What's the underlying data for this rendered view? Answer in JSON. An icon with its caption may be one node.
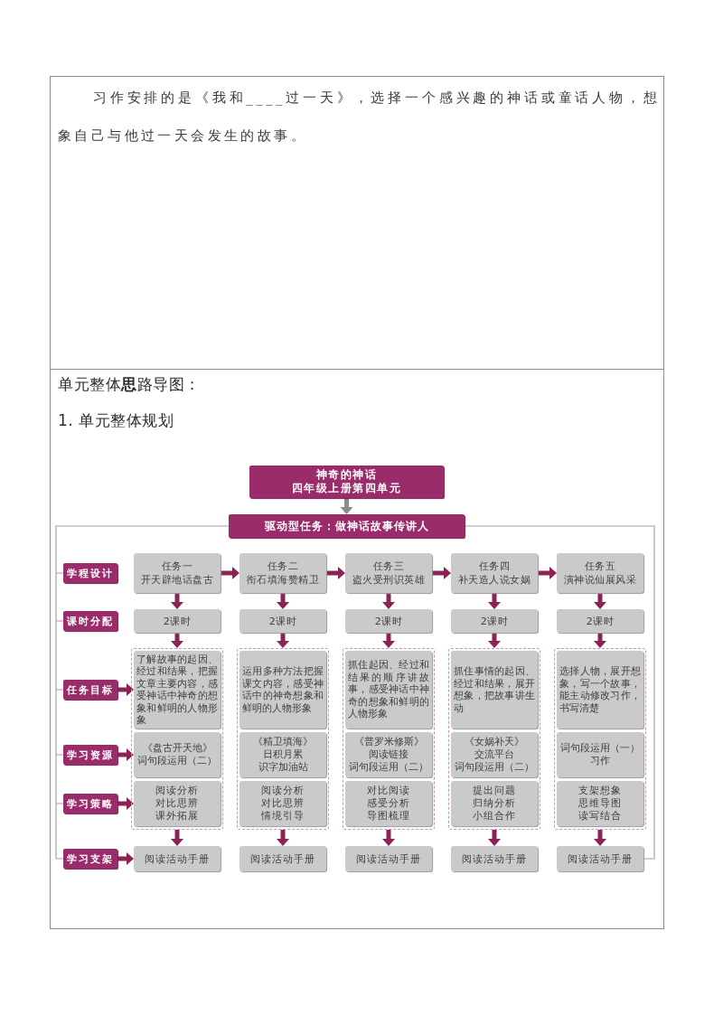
{
  "diagram": {
    "nodes": [
      {
        "text": [
          "神奇的神话",
          "四年级上册第四单元"
        ]
      },
      {
        "text": [
          "驱动型任务：做神话故事传讲人"
        ]
      },
      {
        "text": [
          "学程设计"
        ]
      },
      {
        "text": [
          "课时分配"
        ]
      },
      {
        "text": [
          "任务目标"
        ]
      },
      {
        "text": [
          "学习资源"
        ]
      },
      {
        "text": [
          "学习策略"
        ]
      },
      {
        "text": [
          "学习支架"
        ]
      },
      {
        "text": [
          "任务一",
          "开天辟地话盘古"
        ]
      },
      {
        "text": [
          "2课时"
        ]
      },
      {
        "text": [],
        "shape": "box"
      },
      {
        "text": [
          "了解故事的起因、经过和结果，把握文章主要内容，感受神话中神奇的想象和鲜明的人物形象"
        ],
        "in": 10
      },
      {
        "text": [
          "《盘古开天地》",
          "词句段运用（二）"
        ],
        "in": 10
      },
      {
        "text": [
          "阅读分析",
          "对比思辨",
          "课外拓展"
        ],
        "in": 10
      },
      {
        "text": [
          "阅读活动手册"
        ]
      },
      {
        "text": [
          "任务二",
          "衔石填海赞精卫"
        ]
      },
      {
        "text": [
          "2课时"
        ]
      },
      {
        "text": [],
        "shape": "box"
      },
      {
        "text": [
          "运用多种方法把握课文内容，感受神话中的神奇想象和鲜明的人物形象"
        ],
        "in": 17
      },
      {
        "text": [
          "《精卫填海》",
          "日积月累",
          "识字加油站"
        ],
        "in": 17
      },
      {
        "text": [
          "阅读分析",
          "对比思辨",
          "情境引导"
        ],
        "in": 17
      },
      {
        "text": [
          "阅读活动手册"
        ]
      },
      {
        "text": [
          "任务三",
          "盗火受刑识英雄"
        ]
      },
      {
        "text": [
          "2课时"
        ]
      },
      {
        "text": [],
        "shape": "box"
      },
      {
        "text": [
          "抓住起因、经过和结果的顺序讲故事，感受神话中神奇的想象和鲜明的人物形象"
        ],
        "in": 24
      },
      {
        "text": [
          "《普罗米修斯》",
          "阅读链接",
          "词句段运用（二）"
        ],
        "in": 24
      },
      {
        "text": [
          "对比阅读",
          "感受分析",
          "导图梳理"
        ],
        "in": 24
      },
      {
        "text": [
          "阅读活动手册"
        ]
      },
      {
        "text": [
          "任务四",
          "补天造人说女娲"
        ]
      },
      {
        "text": [
          "2课时"
        ]
      },
      {
        "text": [],
        "shape": "box"
      },
      {
        "text": [
          "抓住事情的起因、经过和结果，展开想象，把故事讲生动"
        ],
        "in": 31
      },
      {
        "text": [
          "《女娲补天》",
          "交流平台",
          "词句段运用（二）"
        ],
        "in": 31
      },
      {
        "text": [
          "提出问题",
          "归纳分析",
          "小组合作"
        ],
        "in": 31
      },
      {
        "text": [
          "阅读活动手册"
        ]
      },
      {
        "text": [
          "任务五",
          "演神说仙展风采"
        ]
      },
      {
        "text": [
          "2课时"
        ]
      },
      {
        "text": [],
        "shape": "box"
      },
      {
        "text": [
          "选择人物，展开想象，写一个故事，能主动修改习作，书写清楚"
        ],
        "in": 38
      },
      {
        "text": [
          "词句段运用（一）",
          "习作"
        ],
        "in": 38
      },
      {
        "text": [
          "支架想象",
          "思维导图",
          "读写结合"
        ],
        "in": 38
      },
      {
        "text": [
          "阅读活动手册"
        ]
      }
    ],
    "edges": [
      {
        "from": 0,
        "to": 1,
        "arrow": "to",
        "color": "#8c8c8c"
      },
      {
        "from": 1,
        "to": 2,
        "arrow": "none",
        "color": "#b59aab"
      },
      {
        "from": 1,
        "to": 3,
        "arrow": "none",
        "color": "#b59aab"
      },
      {
        "from": 1,
        "to": 4,
        "arrow": "none",
        "color": "#b59aab"
      },
      {
        "from": 1,
        "to": 5,
        "arrow": "none",
        "color": "#b59aab"
      },
      {
        "from": 1,
        "to": 6,
        "arrow": "none",
        "color": "#b59aab"
      },
      {
        "from": 1,
        "to": 7,
        "arrow": "none",
        "color": "#b59aab"
      },
      {
        "from": 1,
        "to": 42,
        "arrow": "none",
        "color": "#b59aab"
      },
      {
        "from": 8,
        "to": 15,
        "arrow": "to"
      },
      {
        "from": 15,
        "to": 22,
        "arrow": "to"
      },
      {
        "from": 22,
        "to": 29,
        "arrow": "to"
      },
      {
        "from": 29,
        "to": 36,
        "arrow": "to"
      },
      {
        "from": 8,
        "to": 9,
        "arrow": "to"
      },
      {
        "from": 9,
        "to": 10,
        "arrow": "to"
      },
      {
        "from": 10,
        "to": 14,
        "arrow": "to"
      },
      {
        "from": 15,
        "to": 16,
        "arrow": "to"
      },
      {
        "from": 16,
        "to": 17,
        "arrow": "to"
      },
      {
        "from": 17,
        "to": 21,
        "arrow": "to"
      },
      {
        "from": 22,
        "to": 23,
        "arrow": "to"
      },
      {
        "from": 23,
        "to": 24,
        "arrow": "to"
      },
      {
        "from": 24,
        "to": 28,
        "arrow": "to"
      },
      {
        "from": 29,
        "to": 30,
        "arrow": "to"
      },
      {
        "from": 30,
        "to": 31,
        "arrow": "to"
      },
      {
        "from": 31,
        "to": 35,
        "arrow": "to"
      },
      {
        "from": 36,
        "to": 37,
        "arrow": "to"
      },
      {
        "from": 37,
        "to": 38,
        "arrow": "to"
      },
      {
        "from": 38,
        "to": 42,
        "arrow": "to"
      },
      {
        "from": 4,
        "to": 11,
        "arrow": "to"
      },
      {
        "from": 5,
        "to": 12,
        "arrow": "to"
      },
      {
        "from": 6,
        "to": 13,
        "arrow": "to"
      },
      {
        "from": 7,
        "to": 14,
        "arrow": "to"
      }
    ],
    "labels": [
      "习作安排的是《我和____过一天》，选择一个感兴趣的神话或童话人物，想象自己与他过一天会发生的故事。",
      "单元整体**思**路导图：",
      "1. 单元整体规划"
    ]
  }
}
